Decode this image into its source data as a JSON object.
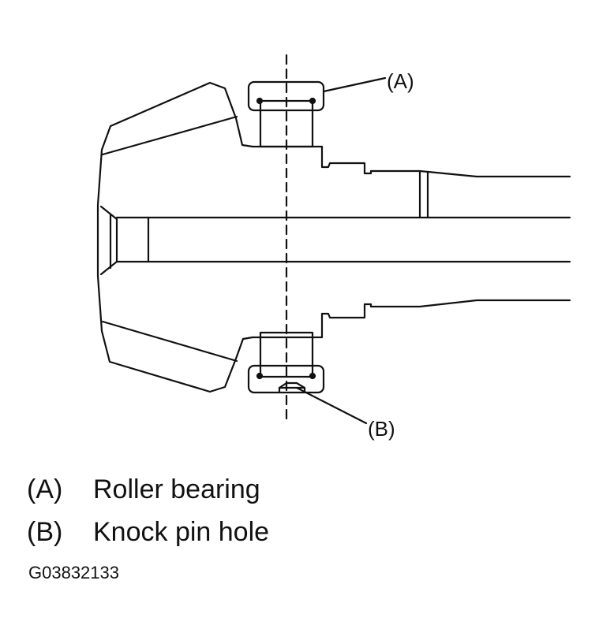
{
  "diagram": {
    "callout_a": "(A)",
    "callout_b": "(B)"
  },
  "legend": [
    {
      "key": "(A)",
      "text": "Roller bearing"
    },
    {
      "key": "(B)",
      "text": "Knock pin hole"
    }
  ],
  "figure_id": "G03832133",
  "colors": {
    "line": "#111111",
    "background": "#ffffff"
  }
}
